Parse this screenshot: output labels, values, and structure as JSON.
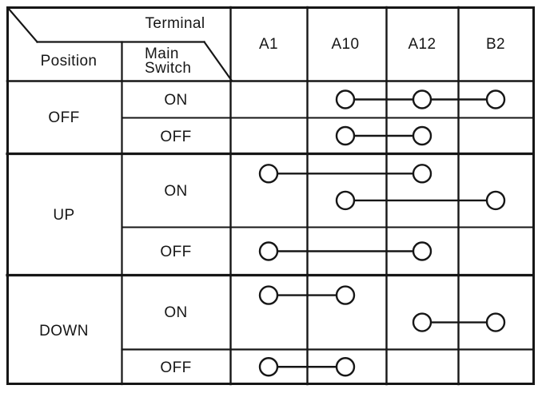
{
  "header": {
    "terminal_label": "Terminal",
    "position_label": "Position",
    "main_switch_label": [
      "Main",
      "Switch"
    ],
    "terminals": [
      "A1",
      "A10",
      "A12",
      "B2"
    ]
  },
  "rows": [
    {
      "position": "OFF",
      "switch_states": [
        {
          "label": "ON",
          "connections": [
            [
              "A10",
              "A12",
              "B2"
            ]
          ]
        },
        {
          "label": "OFF",
          "connections": [
            [
              "A10",
              "A12"
            ]
          ]
        }
      ]
    },
    {
      "position": "UP",
      "switch_states": [
        {
          "label": "ON",
          "connections": [
            [
              "A1",
              "A12"
            ],
            [
              "A10",
              "B2"
            ]
          ]
        },
        {
          "label": "OFF",
          "connections": [
            [
              "A1",
              "A12"
            ]
          ]
        }
      ]
    },
    {
      "position": "DOWN",
      "switch_states": [
        {
          "label": "ON",
          "connections": [
            [
              "A1",
              "A10"
            ],
            [
              "A12",
              "B2"
            ]
          ]
        },
        {
          "label": "OFF",
          "connections": [
            [
              "A1",
              "A10"
            ]
          ]
        }
      ]
    }
  ],
  "symbols": {
    "contact": "circle",
    "continuity": "line"
  },
  "colors": {
    "ink": "#161616",
    "paper": "#ffffff"
  }
}
